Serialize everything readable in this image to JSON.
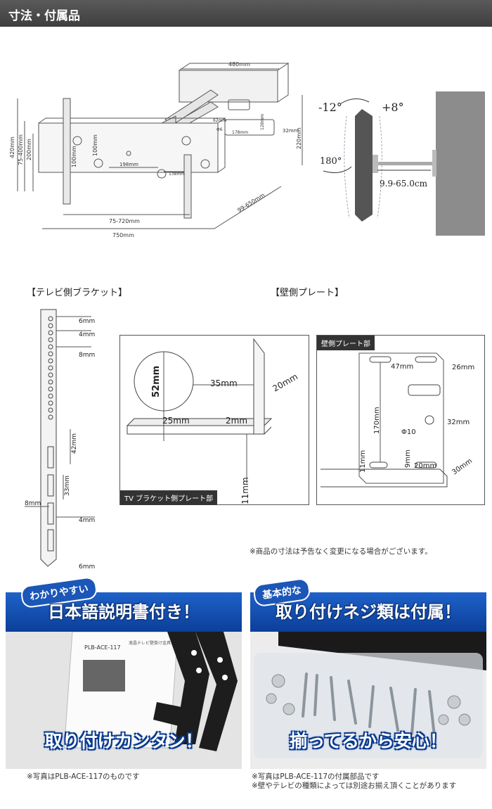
{
  "header": {
    "title": "寸法・付属品"
  },
  "top_diagram": {
    "dims": {
      "d480": "480mm",
      "d420": "420mm",
      "d75_400": "75-400mm",
      "d200": "200mm",
      "d100a": "100mm",
      "d100b": "100mm",
      "d62": "62mm",
      "d6": "Φ6",
      "d178": "178mm",
      "d128": "128mm",
      "d32": "32mm",
      "d220": "220mm",
      "d198": "198mm",
      "d138": "138mm",
      "d75_720": "75-720mm",
      "d750": "750mm",
      "d99_650": "99-650mm"
    }
  },
  "side_diagram": {
    "tilt_minus": "-12°",
    "tilt_plus": "+8°",
    "swivel": "180°",
    "extension": "9.9-65.0cm"
  },
  "tv_bracket": {
    "label": "【テレビ側ブラケット】",
    "dims": {
      "d6a": "6mm",
      "d4a": "4mm",
      "d8a": "8mm",
      "d42": "42mm",
      "d33": "33mm",
      "d8b": "8mm",
      "d4b": "4mm",
      "d6b": "6mm"
    }
  },
  "wall_plate": {
    "label": "【壁側プレート】"
  },
  "box1": {
    "tag": "TV ブラケット側プレート部",
    "dims": {
      "d52": "52mm",
      "d35": "35mm",
      "d20": "20mm",
      "d25": "25mm",
      "d2": "2mm",
      "d11": "11mm"
    }
  },
  "box2": {
    "tag": "壁側プレート部",
    "dims": {
      "d47": "47mm",
      "d26": "26mm",
      "d170": "170mm",
      "d10": "Φ10",
      "d32": "32mm",
      "d11": "11mm",
      "d9": "9mm",
      "d20": "20mm",
      "d30": "30mm"
    }
  },
  "notice": "※商品の寸法は予告なく変更になる場合がございます。",
  "panel_left": {
    "ribbon": "わかりやすい",
    "banner": "日本語説明書付き！",
    "manual_title": "PLB-ACE-117",
    "manual_sub": "液晶テレビ壁掛け金具",
    "big": "取り付けカンタン！",
    "note": "※写真はPLB-ACE-117のものです"
  },
  "panel_right": {
    "ribbon": "基本的な",
    "banner": "取り付けネジ類は付属！",
    "big": "揃ってるから安心！",
    "note1": "※写真はPLB-ACE-117の付属部品です",
    "note2": "※壁やテレビの種類によっては別途お揃え頂くことがあります"
  }
}
